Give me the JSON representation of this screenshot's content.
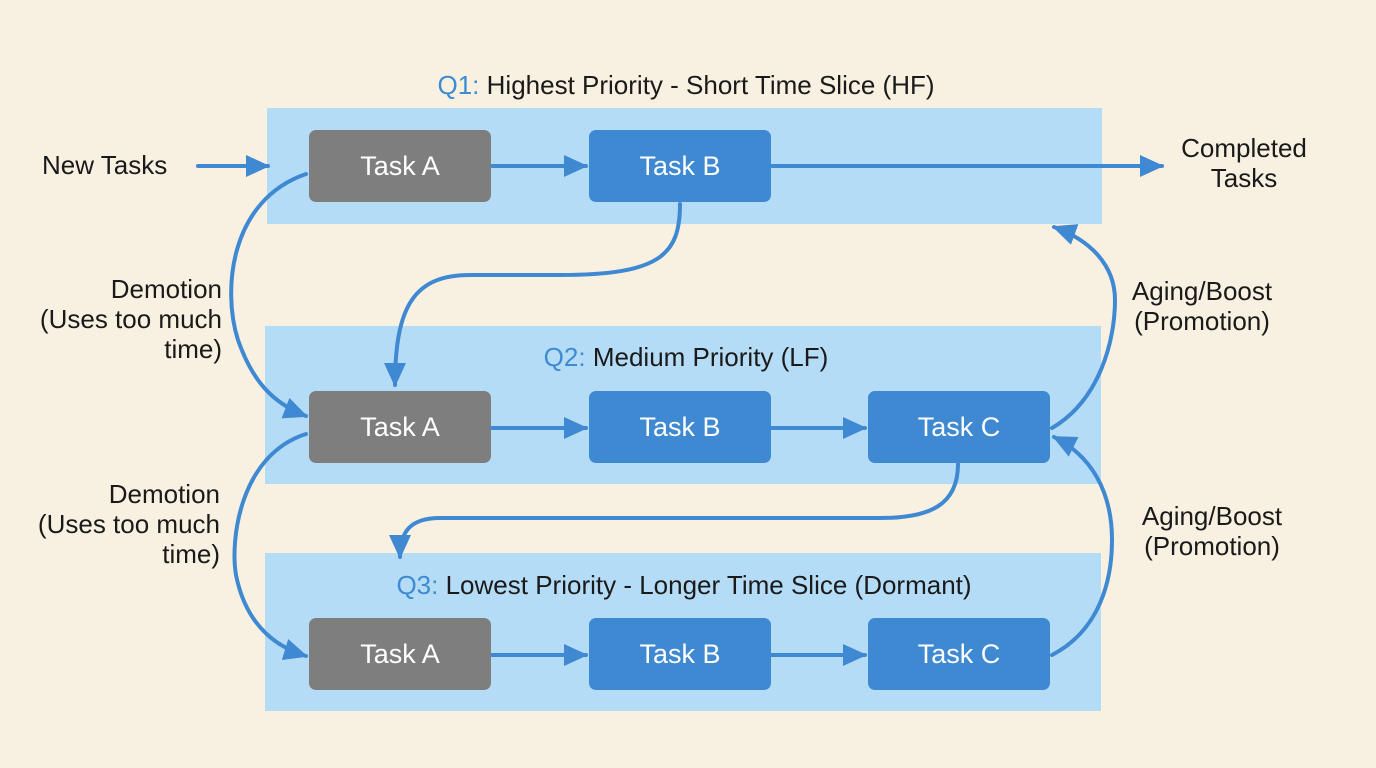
{
  "colors": {
    "background": "#f8f1e2",
    "queue_band": "#b5dcf6",
    "arrow": "#3f89d2",
    "task_gray": "#7e7e7e",
    "task_blue": "#3f89d2",
    "queue_id": "#3d8bd0"
  },
  "queues": {
    "q1": {
      "id": "Q1:",
      "title": "Highest Priority - Short Time Slice (HF)",
      "tasks": [
        "Task A",
        "Task B"
      ]
    },
    "q2": {
      "id": "Q2:",
      "title": "Medium Priority (LF)",
      "tasks": [
        "Task A",
        "Task B",
        "Task C"
      ]
    },
    "q3": {
      "id": "Q3:",
      "title": "Lowest Priority - Longer Time Slice (Dormant)",
      "tasks": [
        "Task A",
        "Task B",
        "Task C"
      ]
    }
  },
  "labels": {
    "new_tasks": "New Tasks",
    "completed": [
      "Completed",
      "Tasks"
    ],
    "demotion_1": [
      "Demotion",
      "(Uses too much",
      "time)"
    ],
    "demotion_2": [
      "Demotion",
      "(Uses too much",
      "time)"
    ],
    "aging_1": [
      "Aging/Boost",
      "(Promotion)"
    ],
    "aging_2": [
      "Aging/Boost",
      "(Promotion)"
    ]
  }
}
